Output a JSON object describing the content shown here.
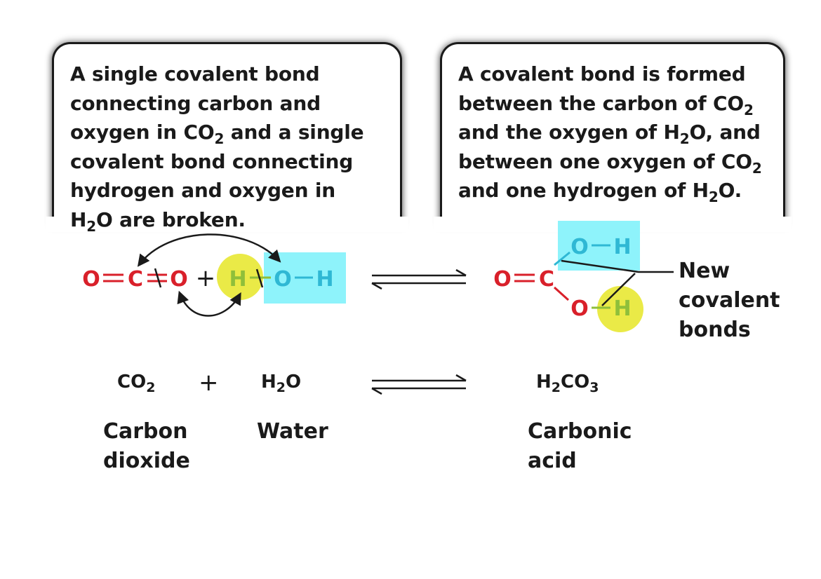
{
  "boxes": {
    "left": {
      "parts": [
        "A single covalent bond",
        "connecting carbon and",
        "oxygen in CO",
        "2",
        " and a single",
        "covalent bond connecting",
        "hydrogen and oxygen in",
        "H",
        "2",
        "O are broken."
      ]
    },
    "right": {
      "parts": [
        "A covalent bond is formed",
        "between the carbon of CO",
        "2",
        "and the oxygen of H",
        "2",
        "O, and",
        "between one oxygen of CO",
        "2",
        "and one hydrogen of H",
        "2",
        "O."
      ]
    }
  },
  "reactants_structure": {
    "co2": {
      "o1": "O",
      "c": "C",
      "o2": "O"
    },
    "plus": "+",
    "h2o": {
      "h1": "H",
      "o": "O",
      "h2": "H"
    }
  },
  "product_structure": {
    "o1": "O",
    "c": "C",
    "o_top": "O",
    "h_top": "H",
    "o_bottom": "O",
    "h_bottom": "H"
  },
  "new_bonds_label": [
    "New",
    "covalent",
    "bonds"
  ],
  "equation": {
    "co2": {
      "base": "CO",
      "sub": "2"
    },
    "plus": "+",
    "h2o": {
      "a": "H",
      "sub": "2",
      "b": "O"
    },
    "h2co3": {
      "a": "H",
      "sub1": "2",
      "b": "CO",
      "sub2": "3"
    }
  },
  "names": {
    "co2": [
      "Carbon",
      "dioxide"
    ],
    "h2o": [
      "Water"
    ],
    "h2co3": [
      "Carbonic",
      "acid"
    ]
  },
  "colors": {
    "atom_red": "#d9202a",
    "water_teal": "#2fb8d4",
    "highlight_yellow": "#e6e627",
    "highlight_cyan": "#8ef3fb",
    "arrow": "#1a1a1a"
  }
}
